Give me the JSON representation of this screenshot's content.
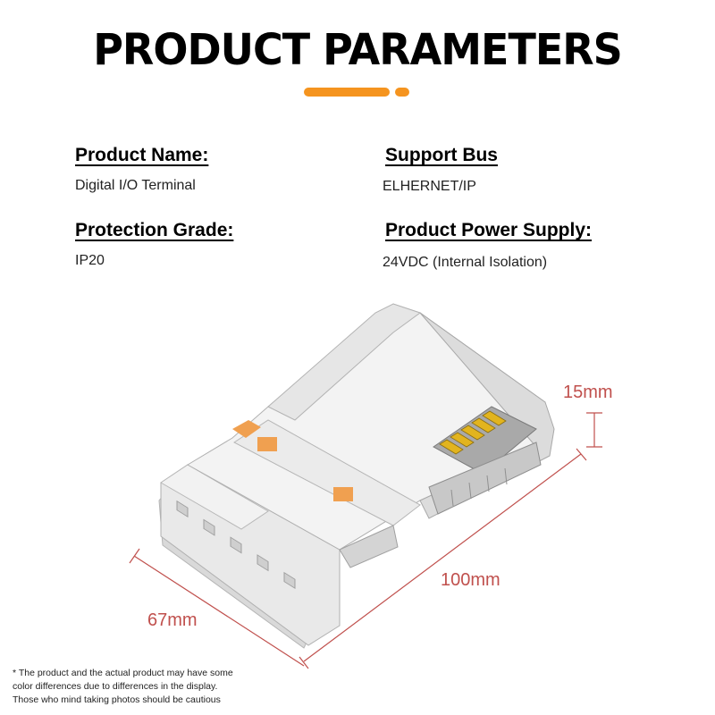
{
  "title": "PRODUCT PARAMETERS",
  "colors": {
    "accent": "#F5941F",
    "dimension": "#C0504D",
    "terminal_orange": "#F0A050",
    "contact_gold": "#E2B41E"
  },
  "params": {
    "product_name": {
      "label": "Product Name:",
      "value": "Digital I/O Terminal"
    },
    "support_bus": {
      "label": "Support Bus",
      "value": "ELHERNET/IP"
    },
    "protection_grade": {
      "label": "Protection Grade:",
      "value": "IP20"
    },
    "power_supply": {
      "label": "Product Power Supply:",
      "value": "24VDC (Internal Isolation)"
    }
  },
  "dimensions": {
    "height": "15mm",
    "length": "100mm",
    "width": "67mm"
  },
  "note": {
    "line1": "* The product and the actual product may have some",
    "line2": "color differences due to differences in  the display.",
    "line3": "Those who mind taking photos should be cautious"
  }
}
